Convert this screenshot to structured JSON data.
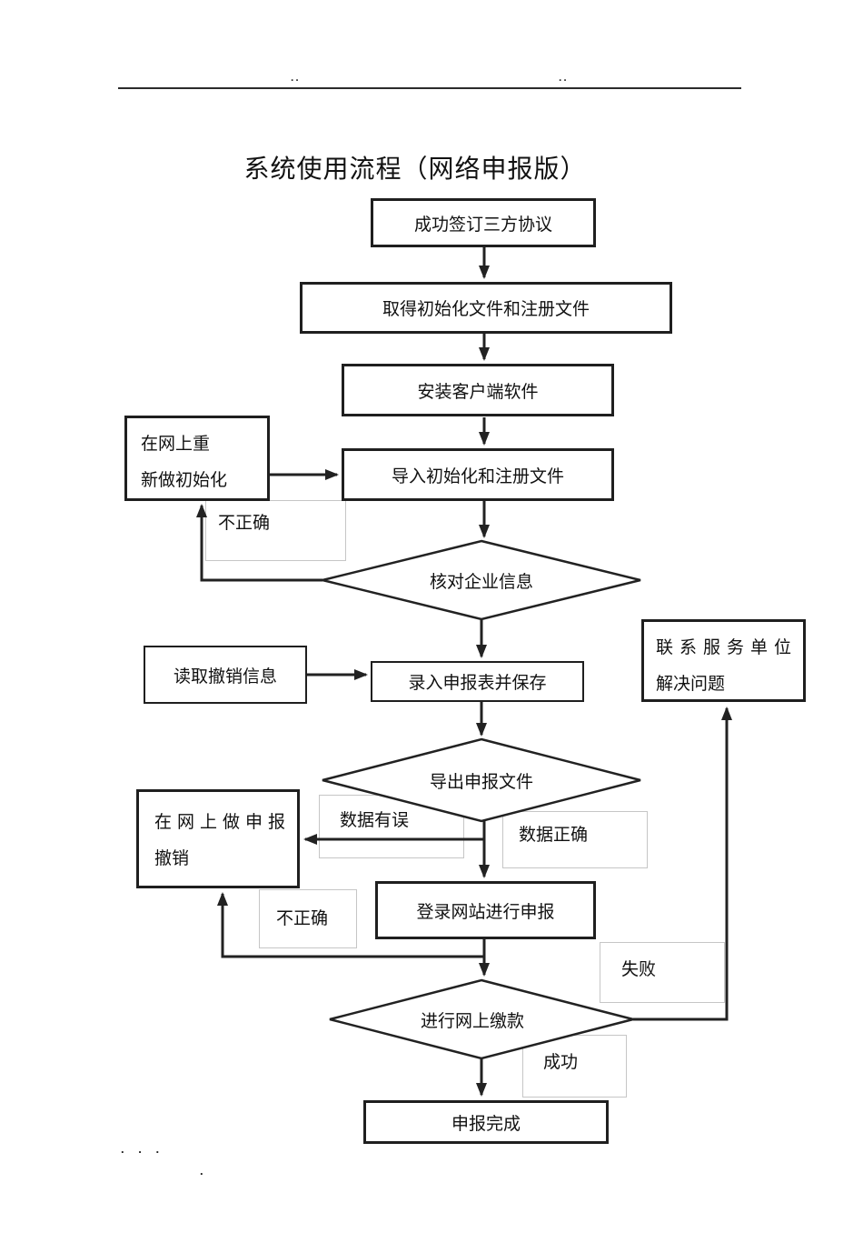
{
  "page": {
    "header_dots_left": "..",
    "header_dots_right": "..",
    "title": "系统使用流程（网络申报版）",
    "footer_dots_row": ".  .  .",
    "footer_dot": "."
  },
  "flowchart": {
    "nodes": {
      "sign_agreement": {
        "label": "成功签订三方协议"
      },
      "obtain_files": {
        "label": "取得初始化文件和注册文件"
      },
      "install_client": {
        "label": "安装客户端软件"
      },
      "redo_init": {
        "line1": "在网上重",
        "line2": "新做初始化"
      },
      "import_files": {
        "label": "导入初始化和注册文件"
      },
      "verify_info": {
        "label": "核对企业信息"
      },
      "read_cancel_info": {
        "label": "读取撤销信息"
      },
      "enter_form_save": {
        "label": "录入申报表并保存"
      },
      "contact_service": {
        "line1": "联系服务单位",
        "line2": "解决问题"
      },
      "export_file": {
        "label": "导出申报文件"
      },
      "cancel_declaration": {
        "line1": "在网上做申报",
        "line2": "撤销"
      },
      "login_declare": {
        "label": "登录网站进行申报"
      },
      "pay_online": {
        "label": "进行网上缴款"
      },
      "declare_complete": {
        "label": "申报完成"
      }
    },
    "edge_labels": {
      "incorrect1": "不正确",
      "data_error": "数据有误",
      "data_correct": "数据正确",
      "incorrect2": "不正确",
      "fail": "失败",
      "success": "成功"
    },
    "colors": {
      "line": "#222222",
      "node_border": "#1f1f1f",
      "label_box_border": "#c6c6c6",
      "background": "#ffffff"
    }
  }
}
